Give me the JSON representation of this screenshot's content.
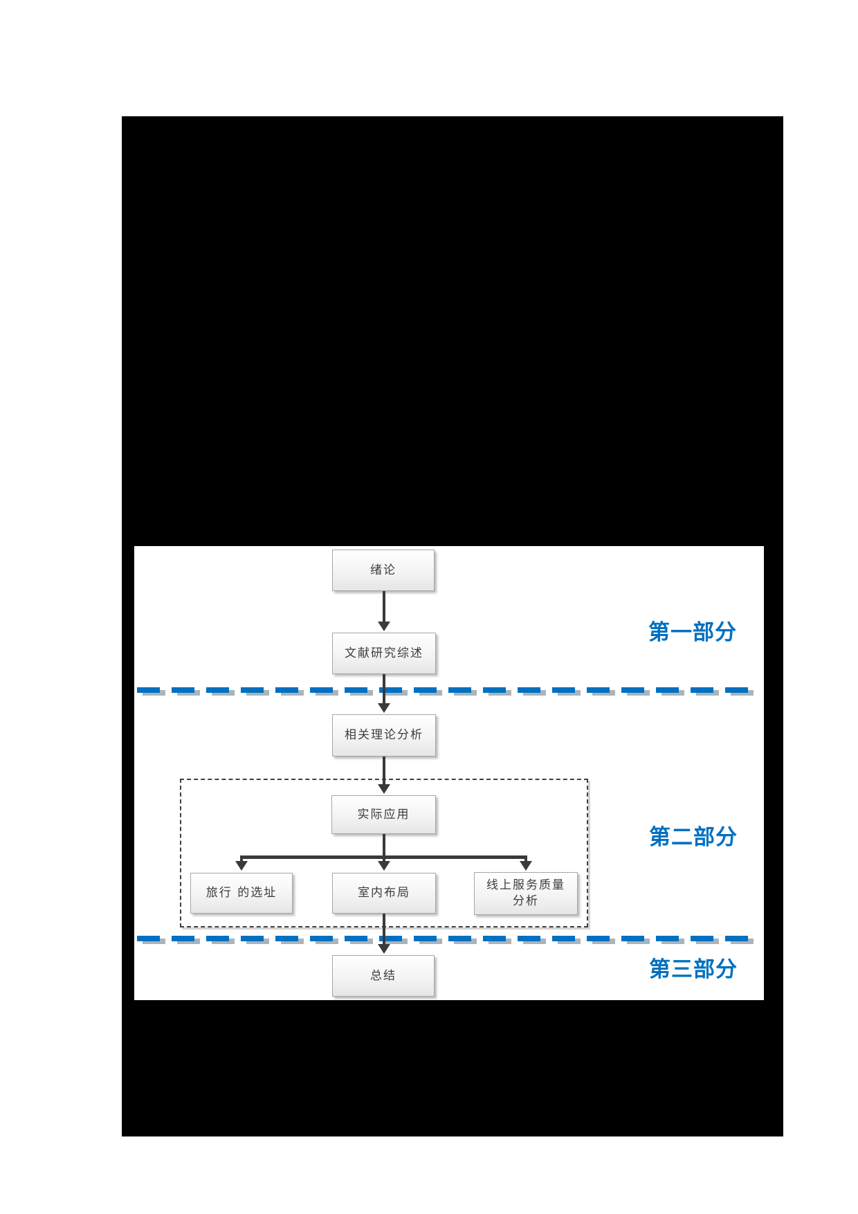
{
  "document": {
    "description": "Thesis/report page, body text redacted (black), containing a research framework flowchart",
    "colors": {
      "page_background": "#ffffff",
      "redacted_block": "#000000",
      "divider_blue": "#0070C0",
      "section_label_blue": "#0070C0",
      "arrow_gray": "#3a3a3a",
      "node_border": "#a6a6a6",
      "node_fill_top": "#ffffff",
      "node_fill_bottom": "#e6e6e6"
    }
  },
  "flowchart": {
    "nodes": [
      {
        "id": "intro",
        "label": "绪论"
      },
      {
        "id": "literature",
        "label": "文献研究综述"
      },
      {
        "id": "theory",
        "label": "相关理论分析"
      },
      {
        "id": "application",
        "label": "实际应用"
      },
      {
        "id": "site",
        "label": "旅行 的选址"
      },
      {
        "id": "layout",
        "label": "室内布局"
      },
      {
        "id": "service",
        "label": "线上服务质量\n分析"
      },
      {
        "id": "summary",
        "label": "总结"
      }
    ],
    "edges": [
      {
        "from": "绪论",
        "to": "文献研究综述"
      },
      {
        "from": "文献研究综述",
        "to": "相关理论分析"
      },
      {
        "from": "相关理论分析",
        "to": "实际应用"
      },
      {
        "from": "实际应用",
        "to": "旅行 的选址"
      },
      {
        "from": "实际应用",
        "to": "室内布局"
      },
      {
        "from": "实际应用",
        "to": "线上服务质量分析"
      },
      {
        "from": "室内布局",
        "to": "总结"
      }
    ],
    "sections": [
      {
        "label": "第一部分",
        "contains": [
          "绪论",
          "文献研究综述"
        ]
      },
      {
        "label": "第二部分",
        "contains": [
          "相关理论分析",
          "实际应用",
          "旅行 的选址",
          "室内布局",
          "线上服务质量分析"
        ]
      },
      {
        "label": "第三部分",
        "contains": [
          "总结"
        ]
      }
    ],
    "grouping": {
      "dashed_box_contains": [
        "实际应用",
        "旅行 的选址",
        "室内布局",
        "线上服务质量分析"
      ]
    }
  }
}
